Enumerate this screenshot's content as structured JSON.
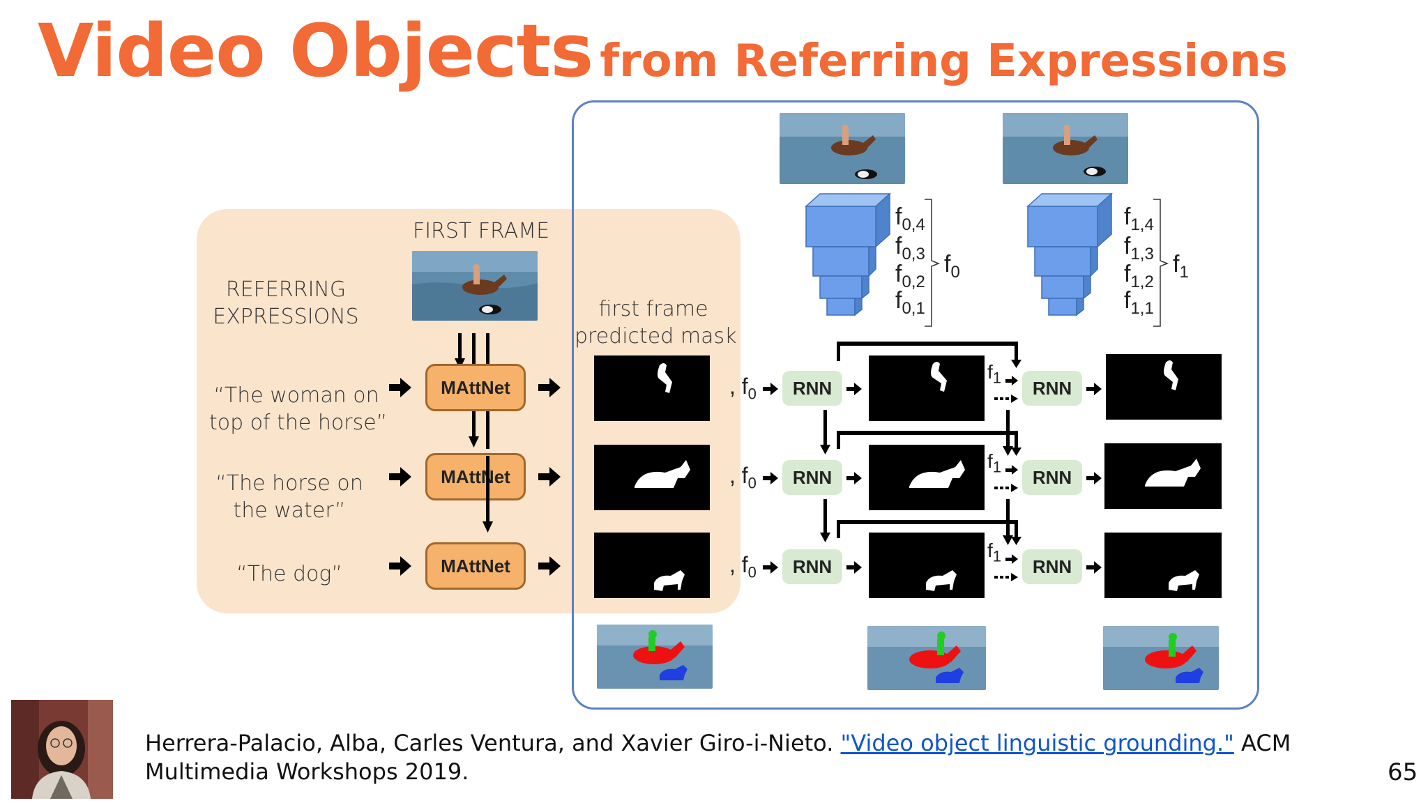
{
  "slide": {
    "title_main": "Video Objects",
    "title_sub": "from Referring Expressions",
    "page_number": "65"
  },
  "diagram": {
    "left": {
      "first_frame_label": "FIRST FRAME",
      "referring_label_line1": "REFERRING",
      "referring_label_line2": "EXPRESSIONS",
      "expressions": [
        {
          "line1": "“The woman on",
          "line2": "top of the horse”"
        },
        {
          "line1": "“The horse on",
          "line2": "the water”"
        },
        {
          "line1": "“The dog”",
          "line2": ""
        }
      ],
      "model_label": "MAttNet"
    },
    "middle": {
      "mask_label_line1": "first frame",
      "mask_label_line2": "predicted mask"
    },
    "right": {
      "rnn_label": "RNN",
      "features_frame0": {
        "levels": [
          "0,4",
          "0,3",
          "0,2",
          "0,1"
        ],
        "group": "0"
      },
      "features_frame1": {
        "levels": [
          "1,4",
          "1,3",
          "1,2",
          "1,1"
        ],
        "group": "1"
      },
      "f_symbol": "f",
      "input_f0_sub": "0",
      "input_f1_sub": "1",
      "comma": ","
    }
  },
  "citation": {
    "before_link": "Herrera-Palacio, Alba, Carles Ventura, and Xavier Giro-i-Nieto. ",
    "link_text": "\"Video object linguistic grounding.\"",
    "after_link": " ACM Multimedia Workshops 2019."
  },
  "colors": {
    "title": "#f26a35",
    "panel": "#fbe4cc",
    "frame": "#5b80c4",
    "mattnet": "#f6b26b",
    "rnn": "#d9ead3",
    "cnn": "#6d9eeb",
    "link": "#1155cc"
  }
}
